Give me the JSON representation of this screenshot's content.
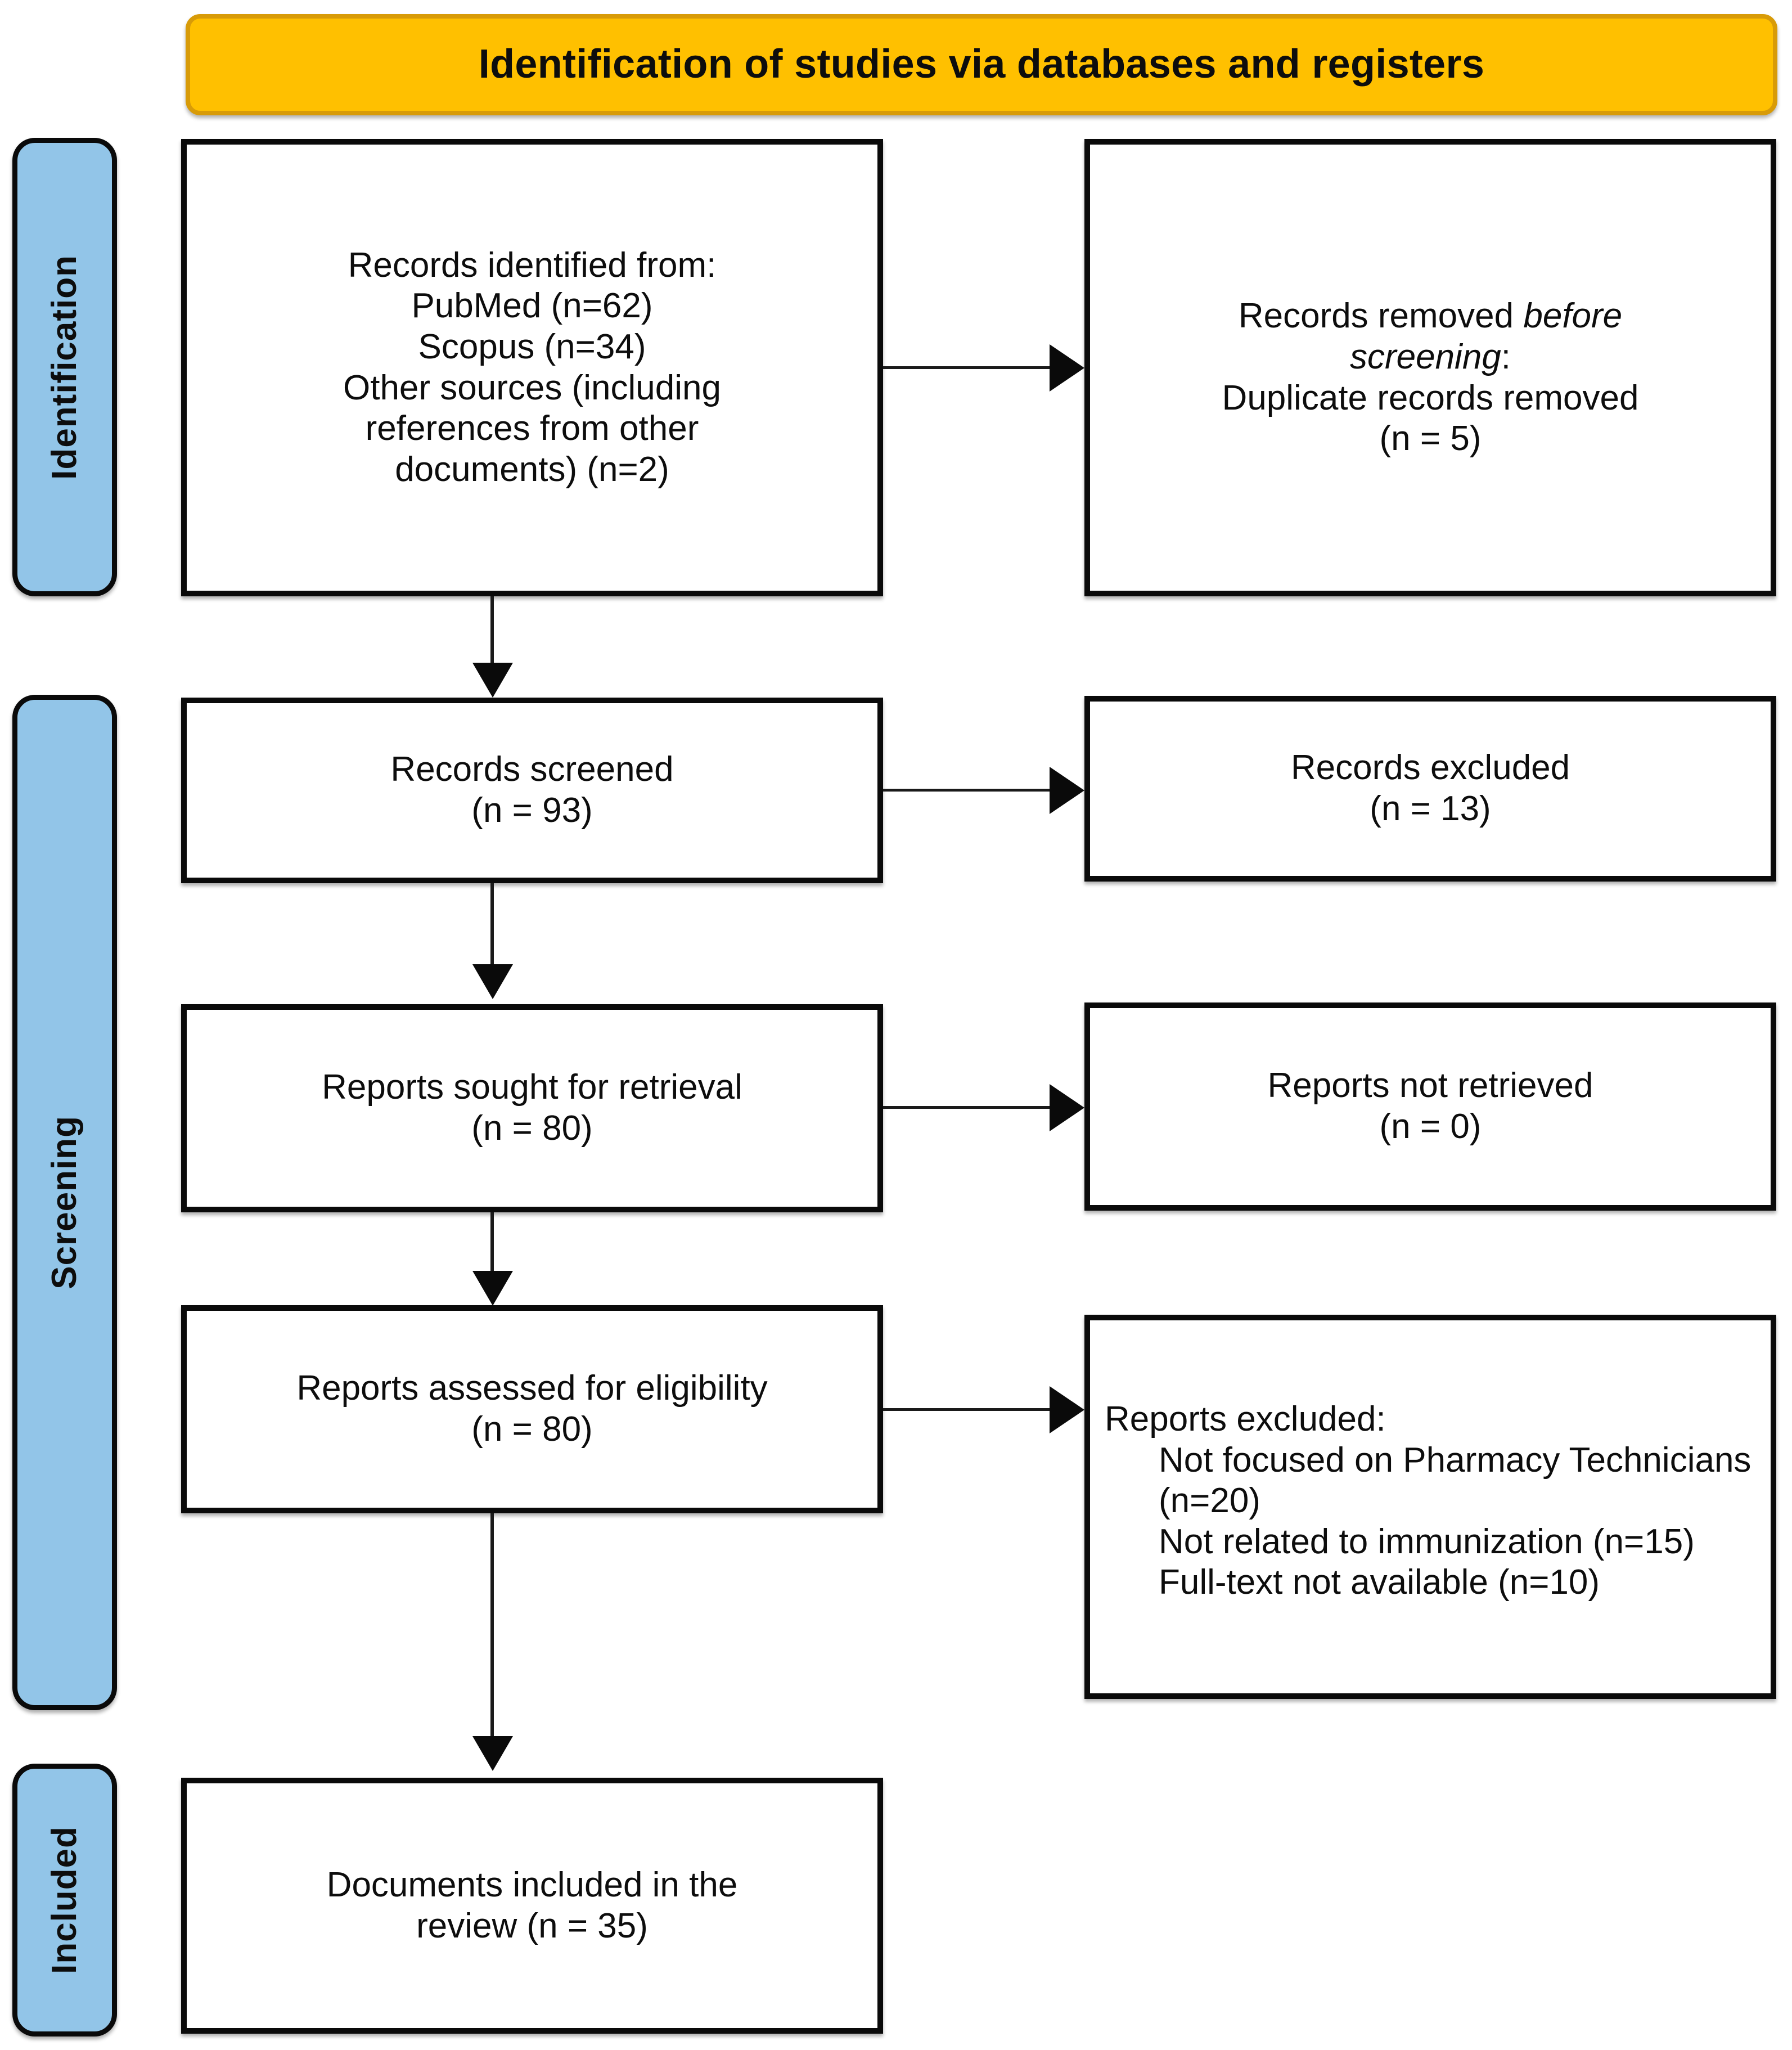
{
  "diagram": {
    "type": "prisma-flow-diagram",
    "banner": {
      "title": "Identification of studies via databases and registers"
    },
    "stages": [
      {
        "id": "identification",
        "label": "Identification"
      },
      {
        "id": "screening",
        "label": "Screening"
      },
      {
        "id": "included",
        "label": "Included"
      }
    ],
    "boxes": {
      "identified": {
        "lines": [
          "Records identified from:",
          "PubMed (n=62)",
          "Scopus (n=34)",
          "Other sources (including references from other documents) (n=2)"
        ],
        "line1": "Records identified from:",
        "line2": "PubMed (n=62)",
        "line3": "Scopus (n=34)",
        "line4": "Other sources (including",
        "line5": "references from other",
        "line6": "documents) (n=2)"
      },
      "removed_before_screening": {
        "prefix": "Records removed ",
        "italic1": "before",
        "italic2": "screening",
        "colon": ":",
        "line3": "Duplicate records removed",
        "line4": "(n = 5)"
      },
      "records_screened": {
        "label": "Records screened",
        "count": "(n = 93)"
      },
      "records_excluded": {
        "label": "Records excluded",
        "count": "(n = 13)"
      },
      "reports_sought": {
        "label": "Reports sought for retrieval",
        "count": "(n = 80)"
      },
      "reports_not_retrieved": {
        "label": "Reports not retrieved",
        "count": "(n = 0)"
      },
      "reports_assessed": {
        "label": "Reports assessed for eligibility",
        "count": "(n = 80)"
      },
      "reports_excluded": {
        "heading": "Reports excluded:",
        "reason1": "Not focused on Pharmacy Technicians (n=20)",
        "reason2": "Not related to immunization (n=15)",
        "reason3": "Full-text not available (n=10)"
      },
      "documents_included": {
        "line1": "Documents included in the",
        "line2": "review (n = 35)"
      }
    },
    "counts": {
      "pubmed": 62,
      "scopus": 34,
      "other_sources": 2,
      "duplicates_removed": 5,
      "records_screened": 93,
      "records_excluded": 13,
      "reports_sought": 80,
      "reports_not_retrieved": 0,
      "reports_assessed": 80,
      "excluded_not_focused_pharmacy_technicians": 20,
      "excluded_not_related_immunization": 15,
      "excluded_full_text_unavailable": 10,
      "documents_included": 35
    },
    "colors": {
      "banner_fill": "#FFC000",
      "banner_border": "#D89B08",
      "stage_fill": "#92C5E8",
      "box_border": "#0A0A0A",
      "box_fill": "#FFFFFF",
      "text": "#0D0D0D"
    }
  }
}
